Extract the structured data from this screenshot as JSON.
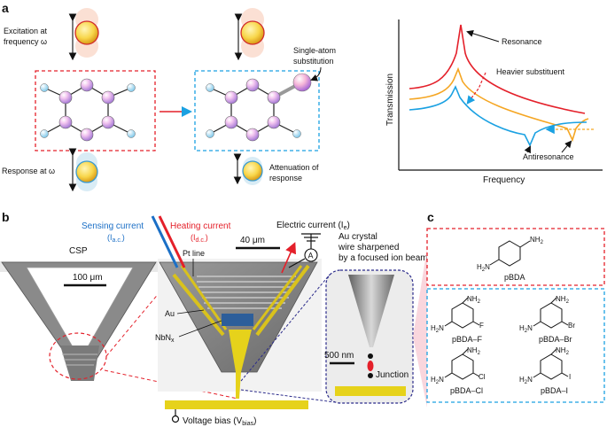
{
  "panel_labels": {
    "a": "a",
    "b": "b",
    "c": "c"
  },
  "panel_a": {
    "excitation_line1": "Excitation at",
    "excitation_line2": "frequency ω",
    "response": "Response at ω",
    "single_atom_line1": "Single-atom",
    "single_atom_line2": "substitution",
    "attenuation_line1": "Attenuation of",
    "attenuation_line2": "response",
    "plot": {
      "ylabel": "Transmission",
      "xlabel": "Frequency",
      "resonance": "Resonance",
      "heavier": "Heavier substituent",
      "antiresonance": "Antiresonance",
      "colors": {
        "red": "#e4202a",
        "orange": "#f5a623",
        "blue": "#1ba1e2"
      }
    }
  },
  "panel_b": {
    "sensing_current": "Sensing current",
    "sensing_symbol": "(I",
    "sensing_sub": "a.c.",
    "heating_current": "Heating current",
    "heating_symbol": "(I",
    "heating_sub": "d.c.",
    "electric_current": "Electric current (I",
    "electric_sub": "e",
    "csp": "CSP",
    "scale_100": "100 μm",
    "pt_line": "Pt line",
    "scale_40": "40 μm",
    "au": "Au",
    "nbnx": "NbN",
    "nbnx_sub": "x",
    "ammeter": "A",
    "au_crystal_1": "Au crystal",
    "au_crystal_2": "wire sharpened",
    "au_crystal_3": "by a focused ion beam",
    "scale_500": "500 nm",
    "junction": "Junction",
    "voltage_bias": "Voltage bias (V",
    "voltage_sub": "bias"
  },
  "panel_c": {
    "nh2": "NH",
    "nh2_sub": "2",
    "h2n": "H",
    "h2n_sub": "2",
    "h2n_n": "N",
    "pbda": "pBDA",
    "pbda_f": "pBDA–F",
    "pbda_br": "pBDA–Br",
    "pbda_cl": "pBDA–Cl",
    "pbda_i": "pBDA–I",
    "sub_f": "F",
    "sub_br": "Br",
    "sub_cl": "Cl",
    "sub_i": "I"
  }
}
